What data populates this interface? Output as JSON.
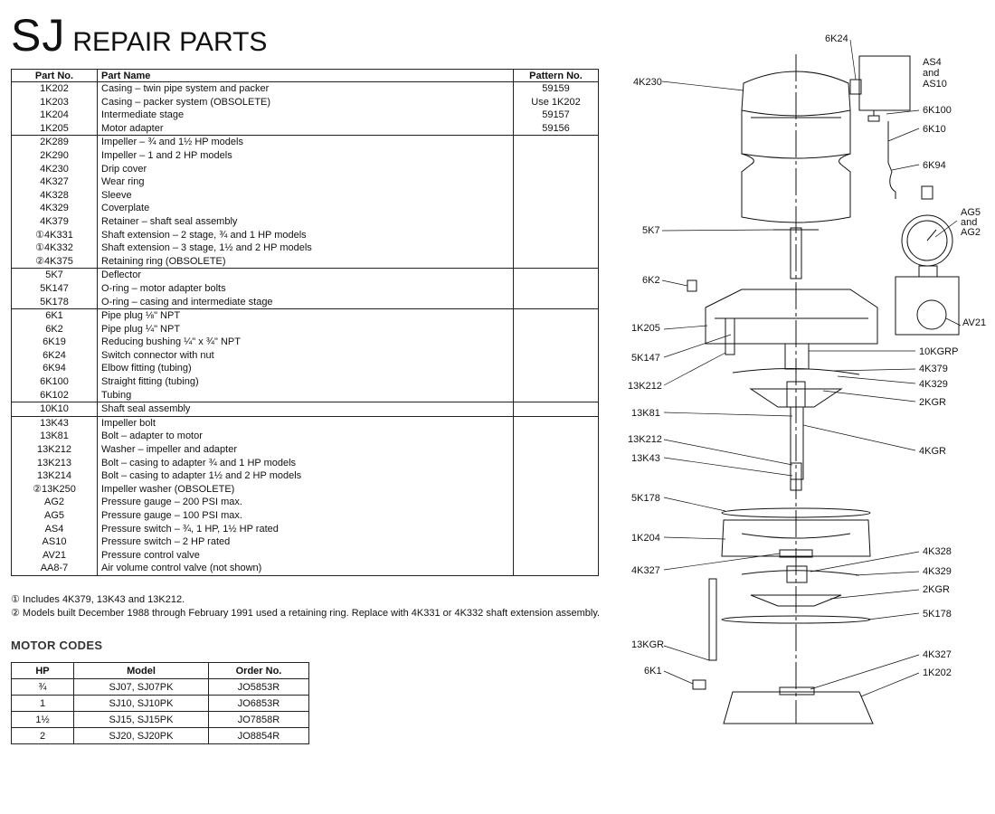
{
  "header": {
    "sj": "SJ",
    "repair_parts": "REPAIR PARTS"
  },
  "parts_table": {
    "headers": [
      "Part No.",
      "Part Name",
      "Pattern No."
    ],
    "groups": [
      [
        {
          "no": "1K202",
          "name": "Casing – twin pipe system and packer",
          "pattern": "59159"
        },
        {
          "no": "1K203",
          "name": "Casing – packer system (OBSOLETE)",
          "pattern": "Use 1K202"
        },
        {
          "no": "1K204",
          "name": "Intermediate stage",
          "pattern": "59157"
        },
        {
          "no": "1K205",
          "name": "Motor adapter",
          "pattern": "59156"
        }
      ],
      [
        {
          "no": "2K289",
          "name": "Impeller – ¾ and 1½ HP models",
          "pattern": ""
        },
        {
          "no": "2K290",
          "name": "Impeller – 1 and 2 HP models",
          "pattern": ""
        },
        {
          "no": "4K230",
          "name": "Drip cover",
          "pattern": ""
        },
        {
          "no": "4K327",
          "name": "Wear ring",
          "pattern": ""
        },
        {
          "no": "4K328",
          "name": "Sleeve",
          "pattern": ""
        },
        {
          "no": "4K329",
          "name": "Coverplate",
          "pattern": ""
        },
        {
          "no": "4K379",
          "name": "Retainer – shaft seal assembly",
          "pattern": ""
        },
        {
          "no": "①4K331",
          "name": "Shaft extension – 2 stage, ¾ and 1 HP models",
          "pattern": ""
        },
        {
          "no": "①4K332",
          "name": "Shaft extension – 3 stage, 1½ and 2 HP models",
          "pattern": ""
        },
        {
          "no": "②4K375",
          "name": "Retaining ring (OBSOLETE)",
          "pattern": ""
        }
      ],
      [
        {
          "no": "5K7",
          "name": "Deflector",
          "pattern": ""
        },
        {
          "no": "5K147",
          "name": "O-ring – motor adapter bolts",
          "pattern": ""
        },
        {
          "no": "5K178",
          "name": "O-ring – casing and intermediate stage",
          "pattern": ""
        }
      ],
      [
        {
          "no": "6K1",
          "name": "Pipe plug ⅛\" NPT",
          "pattern": ""
        },
        {
          "no": "6K2",
          "name": "Pipe plug ¼\" NPT",
          "pattern": ""
        },
        {
          "no": "6K19",
          "name": "Reducing bushing ¼\" x ¾\" NPT",
          "pattern": ""
        },
        {
          "no": "6K24",
          "name": "Switch connector with nut",
          "pattern": ""
        },
        {
          "no": "6K94",
          "name": "Elbow fitting (tubing)",
          "pattern": ""
        },
        {
          "no": "6K100",
          "name": "Straight fitting (tubing)",
          "pattern": ""
        },
        {
          "no": "6K102",
          "name": "Tubing",
          "pattern": ""
        }
      ],
      [
        {
          "no": "10K10",
          "name": "Shaft seal assembly",
          "pattern": ""
        }
      ],
      [
        {
          "no": "13K43",
          "name": "Impeller bolt",
          "pattern": ""
        },
        {
          "no": "13K81",
          "name": "Bolt – adapter to motor",
          "pattern": ""
        },
        {
          "no": "13K212",
          "name": "Washer – impeller and adapter",
          "pattern": ""
        },
        {
          "no": "13K213",
          "name": "Bolt – casing to adapter ¾ and 1 HP models",
          "pattern": ""
        },
        {
          "no": "13K214",
          "name": "Bolt – casing to adapter 1½ and 2 HP models",
          "pattern": ""
        },
        {
          "no": "②13K250",
          "name": "Impeller washer (OBSOLETE)",
          "pattern": ""
        },
        {
          "no": "AG2",
          "name": "Pressure gauge – 200 PSI max.",
          "pattern": ""
        },
        {
          "no": "AG5",
          "name": "Pressure gauge – 100 PSI max.",
          "pattern": ""
        },
        {
          "no": "AS4",
          "name": "Pressure switch – ¾, 1 HP, 1½ HP rated",
          "pattern": ""
        },
        {
          "no": "AS10",
          "name": "Pressure switch – 2 HP rated",
          "pattern": ""
        },
        {
          "no": "AV21",
          "name": "Pressure control valve",
          "pattern": ""
        },
        {
          "no": "AA8-7",
          "name": "Air volume control valve (not shown)",
          "pattern": ""
        }
      ]
    ]
  },
  "notes": [
    "① Includes 4K379, 13K43 and 13K212.",
    "② Models built December 1988 through February 1991 used a retaining ring. Replace with 4K331 or 4K332 shaft extension assembly."
  ],
  "motor_codes": {
    "heading": "MOTOR CODES",
    "headers": [
      "HP",
      "Model",
      "Order No."
    ],
    "rows": [
      [
        "¾",
        "SJ07, SJ07PK",
        "JO5853R"
      ],
      [
        "1",
        "SJ10, SJ10PK",
        "JO6853R"
      ],
      [
        "1½",
        "SJ15, SJ15PK",
        "JO7858R"
      ],
      [
        "2",
        "SJ20, SJ20PK",
        "JO8854R"
      ]
    ]
  },
  "diagram": {
    "callouts": {
      "c_6K24": "6K24",
      "c_AS4": "AS4",
      "c_and1": "and",
      "c_AS10": "AS10",
      "c_4K230": "4K230",
      "c_6K100": "6K100",
      "c_6K10": "6K10",
      "c_6K94": "6K94",
      "c_AG5": "AG5",
      "c_and2": "and",
      "c_AG2": "AG2",
      "c_5K7": "5K7",
      "c_6K2": "6K2",
      "c_AV21": "AV21",
      "c_1K205": "1K205",
      "c_10KGRP": "10KGRP",
      "c_5K147": "5K147",
      "c_4K379": "4K379",
      "c_4K329a": "4K329",
      "c_13K212a": "13K212",
      "c_2KGRa": "2KGR",
      "c_13K81": "13K81",
      "c_13K212b": "13K212",
      "c_4KGR": "4KGR",
      "c_13K43": "13K43",
      "c_5K178a": "5K178",
      "c_1K204": "1K204",
      "c_4K328": "4K328",
      "c_4K327a": "4K327",
      "c_4K329b": "4K329",
      "c_2KGRb": "2KGR",
      "c_5K178b": "5K178",
      "c_13KGR": "13KGR",
      "c_4K327b": "4K327",
      "c_6K1": "6K1",
      "c_1K202": "1K202"
    }
  }
}
